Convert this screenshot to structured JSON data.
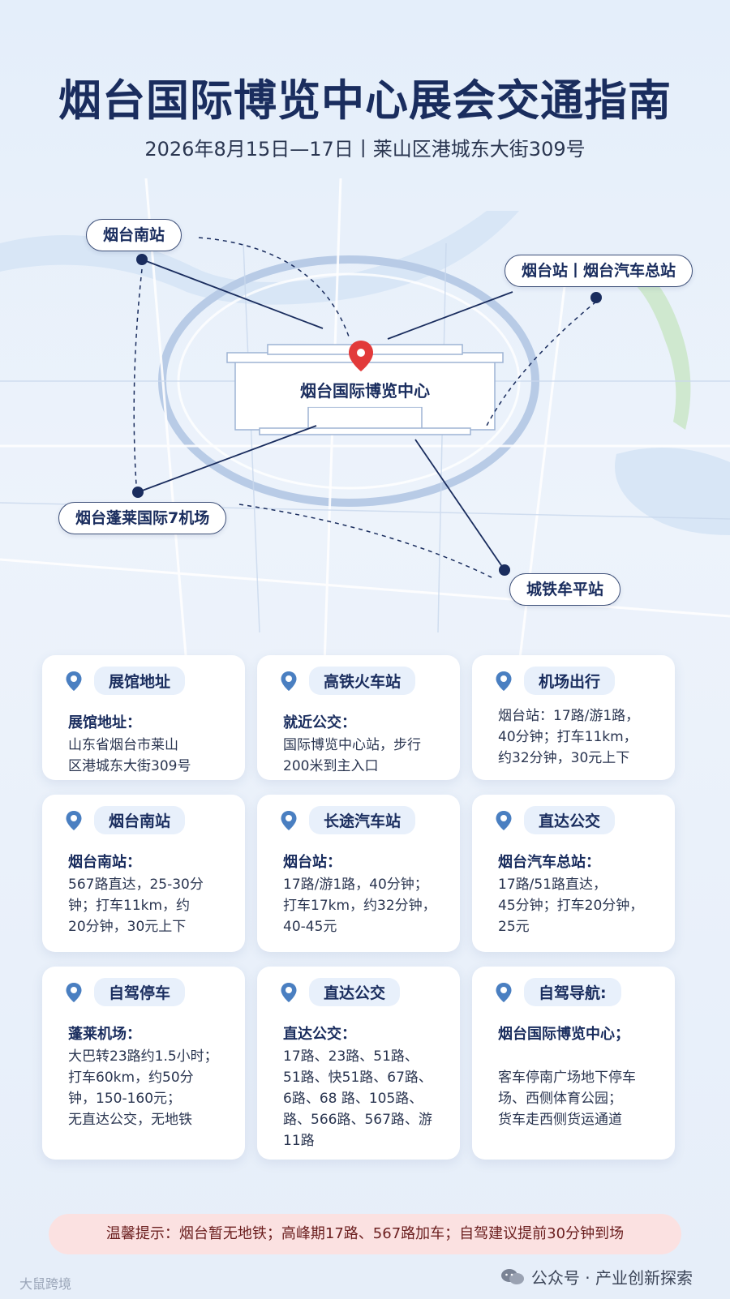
{
  "header": {
    "title": "烟台国际博览中心展会交通指南",
    "subtitle": "2026年8月15日—17日丨莱山区港城东大街309号"
  },
  "map": {
    "center_label": "烟台国际博览中心",
    "stations": {
      "south": "烟台南站",
      "station_bus": "烟台站丨烟台汽车总站",
      "airport": "烟台蓬莱国际7机场",
      "metro": "城铁牟平站"
    },
    "colors": {
      "pin": "#e23a3a",
      "node": "#1a2d5e",
      "green": "#cfe8cf",
      "water": "#d5e3f5"
    }
  },
  "cards": [
    {
      "title": "展馆地址",
      "sub": "展馆地址：",
      "text": "山东省烟台市莱山\n区港城东大街309号"
    },
    {
      "title": "高铁火车站",
      "sub": "就近公交：",
      "text": "国际博览中心站，步行\n200米到主入口"
    },
    {
      "title": "机场出行",
      "sub": "",
      "text": "烟台站：17路/游1路，\n40分钟；打车11km，\n约32分钟，30元上下"
    },
    {
      "title": "烟台南站",
      "sub": "烟台南站：",
      "text": "567路直达，25-30分\n钟；打车11km，约\n20分钟，30元上下"
    },
    {
      "title": "长途汽车站",
      "sub": "烟台站：",
      "text": "17路/游1路，40分钟；\n打车17km，约32分钟，\n40-45元"
    },
    {
      "title": "直达公交",
      "sub": "烟台汽车总站：",
      "text": "17路/51路直达，\n45分钟；打车20分钟，\n25元"
    },
    {
      "title": "自驾停车",
      "sub": "蓬莱机场：",
      "text": "大巴转23路约1.5小时；\n打车60km，约50分\n钟，150-160元；\n无直达公交，无地铁"
    },
    {
      "title": "直达公交",
      "sub": "直达公交：",
      "text": "17路、23路、51路、\n51路、快51路、67路、\n6路、68 路、105路、\n路、566路、567路、游\n11路"
    },
    {
      "title": "自驾导航:",
      "sub": "烟台国际博览中心；",
      "text": "\n客车停南广场地下停车\n场、西侧体育公园；\n货车走西侧货运通道"
    }
  ],
  "tip": "温馨提示：烟台暂无地铁；高峰期17路、567路加车；自驾建议提前30分钟到场",
  "footer": {
    "left": "大鼠跨境",
    "right": "公众号 · 产业创新探索"
  },
  "accent": "#1a2d5e",
  "pin_blue": "#4a7fc1"
}
